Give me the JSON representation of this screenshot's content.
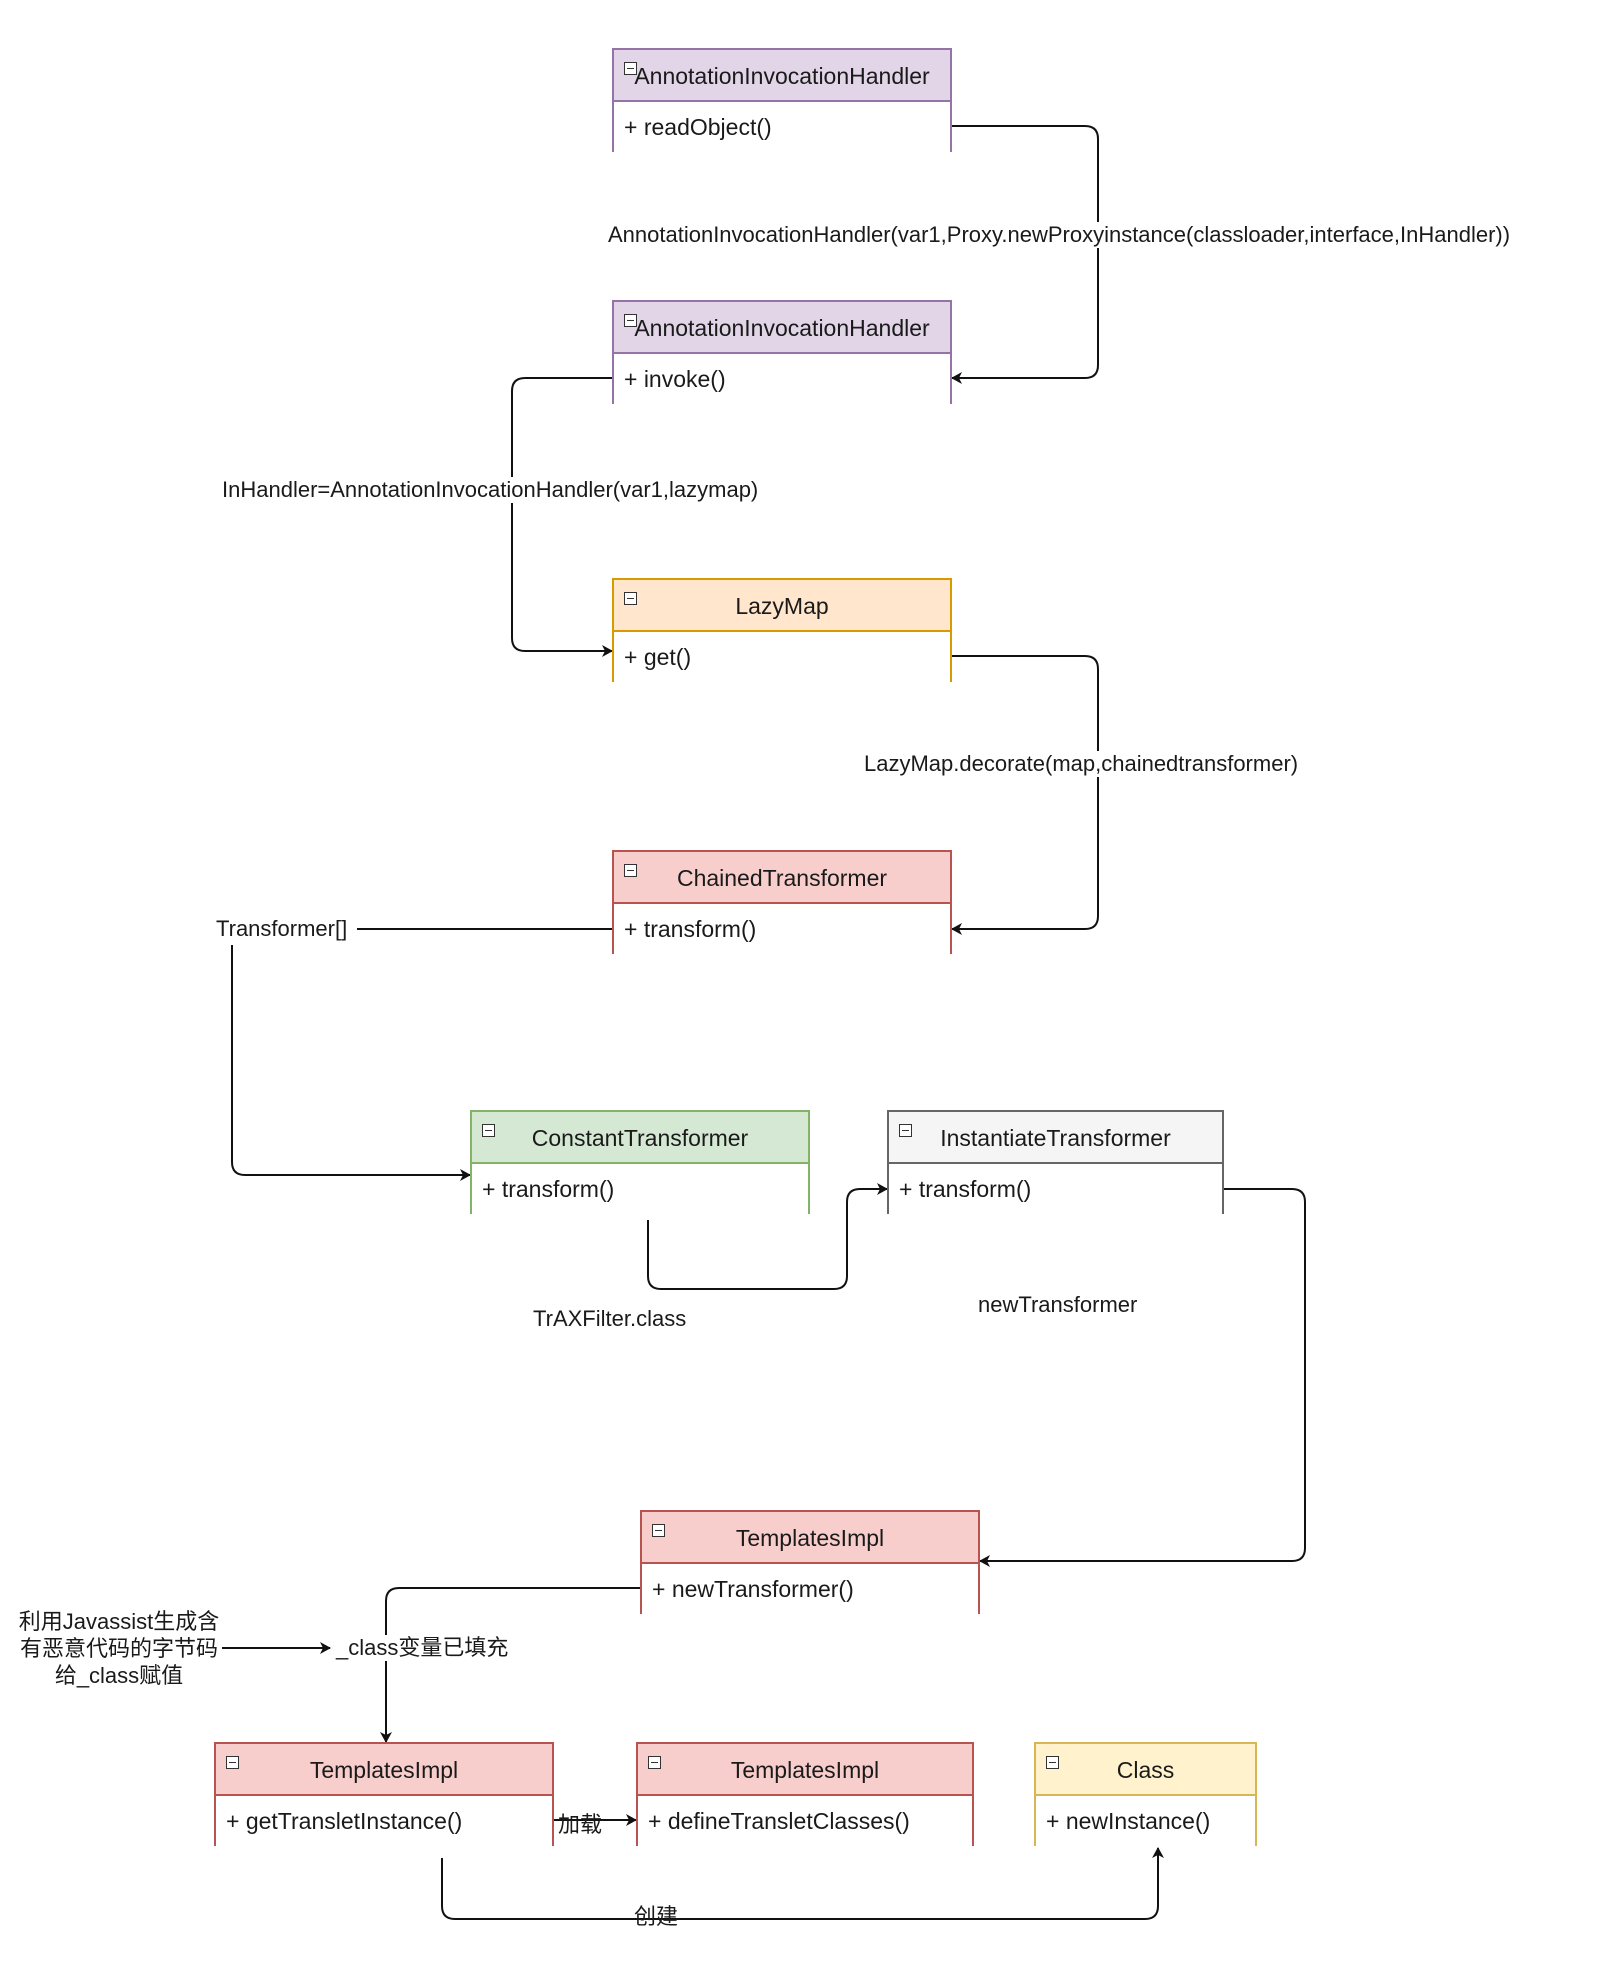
{
  "boxes": {
    "aih_read": {
      "title": "AnnotationInvocationHandler",
      "method": "+ readObject()"
    },
    "aih_invoke": {
      "title": "AnnotationInvocationHandler",
      "method": "+ invoke()"
    },
    "lazymap": {
      "title": "LazyMap",
      "method": "+ get()"
    },
    "chained": {
      "title": "ChainedTransformer",
      "method": "+ transform()"
    },
    "constant": {
      "title": "ConstantTransformer",
      "method": "+ transform()"
    },
    "instantiate": {
      "title": "InstantiateTransformer",
      "method": "+ transform()"
    },
    "templates_new": {
      "title": "TemplatesImpl",
      "method": "+ newTransformer()"
    },
    "templates_get": {
      "title": "TemplatesImpl",
      "method": "+ getTransletInstance()"
    },
    "templates_define": {
      "title": "TemplatesImpl",
      "method": "+ defineTransletClasses()"
    },
    "class_box": {
      "title": "Class",
      "method": "+ newInstance()"
    }
  },
  "labels": {
    "proxy": "AnnotationInvocationHandler(var1,Proxy.newProxyinstance(classloader,interface,InHandler))",
    "inhandler": "InHandler=AnnotationInvocationHandler(var1,lazymap)",
    "decorate": "LazyMap.decorate(map,chainedtransformer)",
    "transformer_array": "Transformer[]",
    "traxfilter": "TrAXFilter.class",
    "new_transformer": "newTransformer",
    "class_filled": "_class变量已填充",
    "javassist_note": "利用Javassist生成含有恶意代码的字节码给_class赋值",
    "load": "加载",
    "create": "创建"
  },
  "colors": {
    "purple_fill": "#e1d5e7",
    "purple_stroke": "#9673a6",
    "orange_fill": "#ffe6cc",
    "orange_stroke": "#d79b00",
    "red_fill": "#f8cecc",
    "red_stroke": "#b85450",
    "green_fill": "#d5e8d4",
    "green_stroke": "#82b366",
    "gray_fill": "#f5f5f5",
    "gray_stroke": "#666666",
    "yellow_fill": "#fff2cc",
    "yellow_stroke": "#d6b656"
  }
}
